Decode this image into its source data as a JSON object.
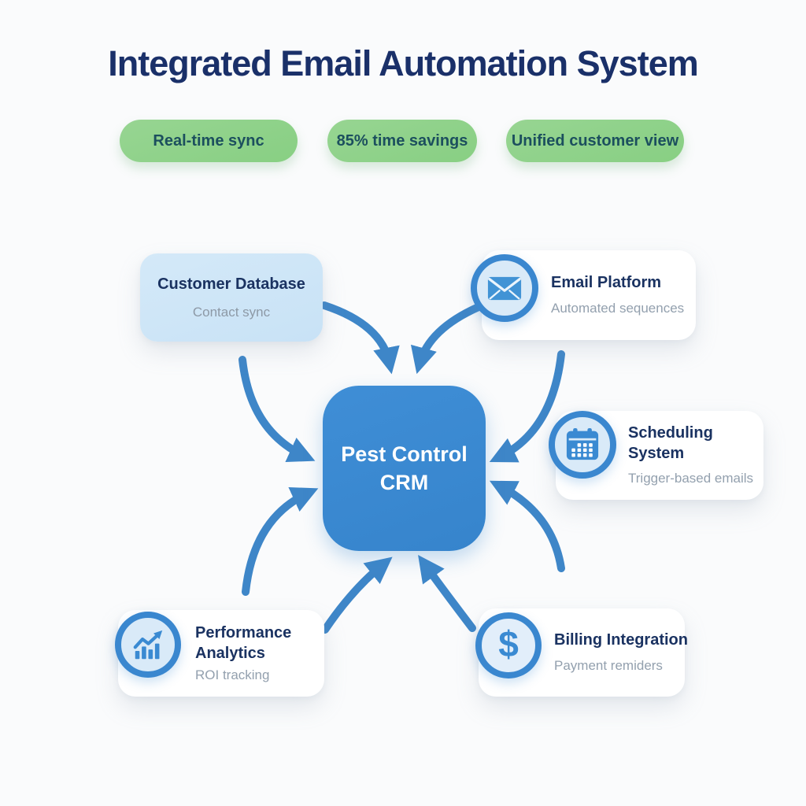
{
  "title": "Integrated Email Automation System",
  "badges": [
    {
      "label": "Real-time sync"
    },
    {
      "label": "85% time savings"
    },
    {
      "label": "Unified customer view"
    }
  ],
  "center_node": {
    "label": "Pest Control CRM"
  },
  "nodes": [
    {
      "title": "Customer Database",
      "subtitle": "Contact sync",
      "icon": "none"
    },
    {
      "title": "Email Platform",
      "subtitle": "Automated sequences",
      "icon": "envelope-icon"
    },
    {
      "title": "Scheduling System",
      "subtitle": "Trigger-based emails",
      "icon": "calendar-icon"
    },
    {
      "title": "Performance Analytics",
      "subtitle": "ROI tracking",
      "icon": "bar-chart-icon"
    },
    {
      "title": "Billing Integration",
      "subtitle": "Payment remiders",
      "icon": "dollar-icon",
      "dollar_glyph": "$"
    }
  ],
  "colors": {
    "background": "#fafbfc",
    "title_text": "#1a3069",
    "badge_bg": "#8fd189",
    "badge_text": "#1c4f5e",
    "card_bg": "#ffffff",
    "customer_card_bg": "#cde5f7",
    "node_title": "#1a3261",
    "node_subtitle": "#93a0ae",
    "accent_blue": "#3a8ad2",
    "arrow_blue": "#3e86c8",
    "icon_ring": "#3a87cf",
    "icon_circle_bg": "#d9eaf8"
  }
}
